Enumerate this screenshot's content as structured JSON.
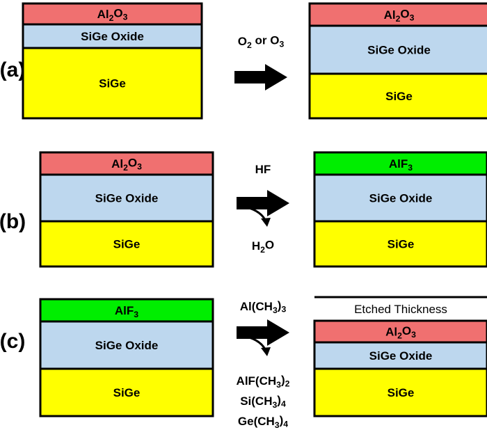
{
  "colors": {
    "al2o3": "#F07070",
    "oxide": "#BDD7EE",
    "sige": "#FFFF00",
    "alf3": "#00EE00",
    "stroke": "#000000"
  },
  "rows": [
    {
      "label": "(a)",
      "before": [
        {
          "material": "al2o3",
          "label": "Al",
          "sub1": "2",
          "mid": "O",
          "sub2": "3"
        },
        {
          "material": "oxide",
          "label": "SiGe Oxide"
        },
        {
          "material": "sige",
          "label": "SiGe"
        }
      ],
      "reactants": [
        {
          "label": "O",
          "sub1": "2",
          "mid": " or O",
          "sub2": "3"
        }
      ],
      "products": [],
      "after": [
        {
          "material": "al2o3",
          "label": "Al",
          "sub1": "2",
          "mid": "O",
          "sub2": "3"
        },
        {
          "material": "oxide",
          "label": "SiGe Oxide"
        },
        {
          "material": "sige",
          "label": "SiGe"
        }
      ]
    },
    {
      "label": "(b)",
      "before": [
        {
          "material": "al2o3",
          "label": "Al",
          "sub1": "2",
          "mid": "O",
          "sub2": "3"
        },
        {
          "material": "oxide",
          "label": "SiGe Oxide"
        },
        {
          "material": "sige",
          "label": "SiGe"
        }
      ],
      "reactants": [
        {
          "label": "HF"
        }
      ],
      "products": [
        {
          "label": "H",
          "sub1": "2",
          "mid": "O"
        }
      ],
      "after": [
        {
          "material": "alf3",
          "label": "AlF",
          "sub1": "3"
        },
        {
          "material": "oxide",
          "label": "SiGe Oxide"
        },
        {
          "material": "sige",
          "label": "SiGe"
        }
      ]
    },
    {
      "label": "(c)",
      "before": [
        {
          "material": "alf3",
          "label": "AlF",
          "sub1": "3"
        },
        {
          "material": "oxide",
          "label": "SiGe Oxide"
        },
        {
          "material": "sige",
          "label": "SiGe"
        }
      ],
      "reactants": [
        {
          "label": "Al(CH",
          "sub1": "3",
          "mid": ")",
          "sub2": "3"
        }
      ],
      "products": [
        {
          "label": "AlF(CH",
          "sub1": "3",
          "mid": ")",
          "sub2": "2"
        },
        {
          "label": "Si(CH",
          "sub1": "3",
          "mid": ")",
          "sub2": "4"
        },
        {
          "label": "Ge(CH",
          "sub1": "3",
          "mid": ")",
          "sub2": "4"
        }
      ],
      "after": [
        {
          "material": "al2o3",
          "label": "Al",
          "sub1": "2",
          "mid": "O",
          "sub2": "3"
        },
        {
          "material": "oxide",
          "label": "SiGe Oxide"
        },
        {
          "material": "sige",
          "label": "SiGe"
        }
      ],
      "etched_label": "Etched Thickness"
    }
  ]
}
